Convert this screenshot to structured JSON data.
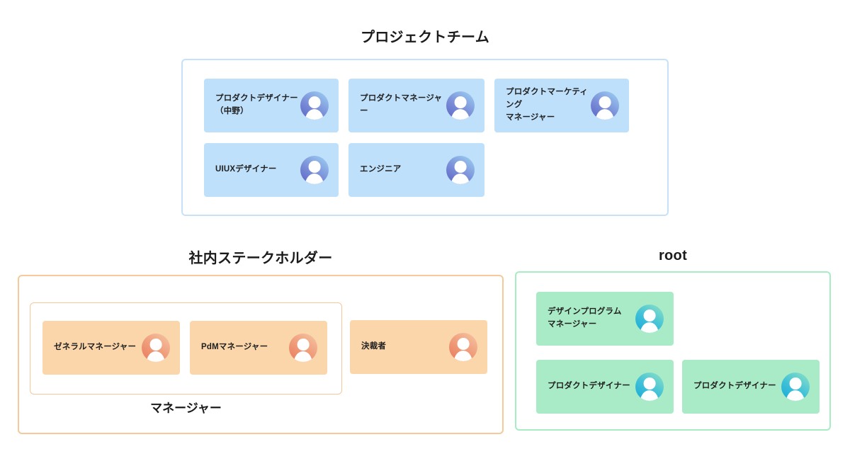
{
  "diagram_data": {
    "type": "org-chart",
    "groups": [
      {
        "id": "project-team",
        "title": "プロジェクトチーム",
        "accent": "#c6e2fb",
        "card_color": "#bfe0fb",
        "avatar_style": "blue-gradient",
        "members": [
          {
            "label": "プロダクトデザイナー\n（中野）",
            "avatar": "person-avatar"
          },
          {
            "label": "プロダクトマネージャー",
            "avatar": "person-avatar"
          },
          {
            "label": "プロダクトマーケティング\nマネージャー",
            "avatar": "person-avatar"
          },
          {
            "label": "UIUXデザイナー",
            "avatar": "person-avatar"
          },
          {
            "label": "エンジニア",
            "avatar": "person-avatar"
          }
        ]
      },
      {
        "id": "internal-stakeholder",
        "title": "社内ステークホルダー",
        "accent": "#f7c89a",
        "card_color": "#fbd6ab",
        "avatar_style": "orange-gradient",
        "subgroup": {
          "id": "manager",
          "caption": "マネージャー",
          "members": [
            {
              "label": "ゼネラルマネージャー",
              "avatar": "person-avatar"
            },
            {
              "label": "PdMマネージャー",
              "avatar": "person-avatar"
            }
          ]
        },
        "members": [
          {
            "label": "決裁者",
            "avatar": "person-avatar"
          }
        ]
      },
      {
        "id": "root",
        "title": "root",
        "accent": "#a8ecc4",
        "card_color": "#a9ebc6",
        "avatar_style": "green-gradient",
        "members": [
          {
            "label": "デザインプログラム\nマネージャー",
            "avatar": "person-avatar"
          },
          {
            "label": "プロダクトデザイナー",
            "avatar": "person-avatar"
          },
          {
            "label": "プロダクトデザイナー",
            "avatar": "person-avatar"
          }
        ]
      }
    ]
  }
}
